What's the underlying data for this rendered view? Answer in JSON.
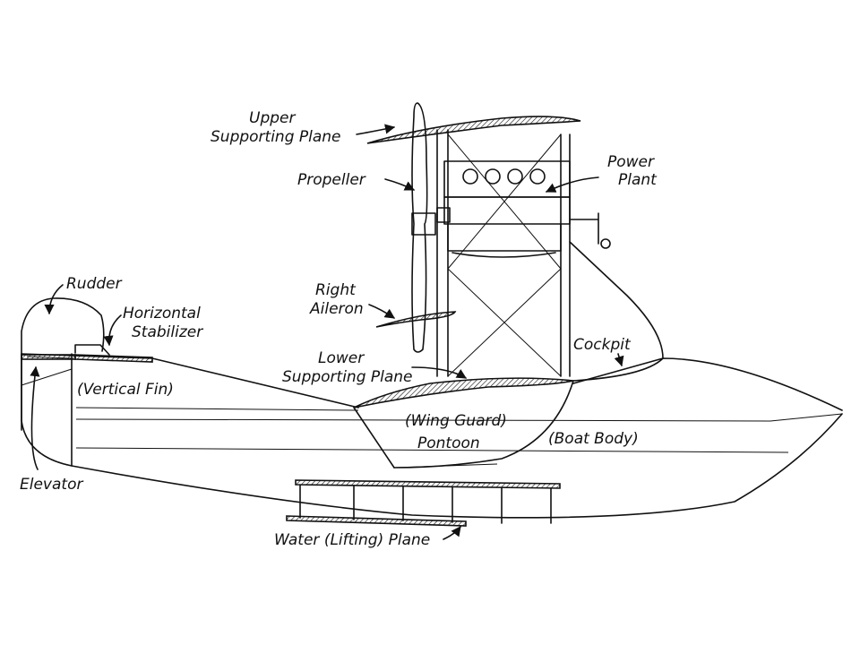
{
  "labels": {
    "upper_supporting_plane": [
      "Upper",
      "Supporting Plane"
    ],
    "propeller": "Propeller",
    "power_plant": [
      "Power",
      "Plant"
    ],
    "rudder": "Rudder",
    "horizontal_stabilizer": [
      "Horizontal",
      "Stabilizer"
    ],
    "right_aileron": [
      "Right",
      "Aileron"
    ],
    "cockpit": "Cockpit",
    "lower_supporting_plane": [
      "Lower",
      "Supporting Plane"
    ],
    "vertical_fin": "(Vertical Fin)",
    "wing_guard_pontoon": [
      "(Wing Guard)",
      "Pontoon"
    ],
    "boat_body": "(Boat Body)",
    "elevator": "Elevator",
    "water_lifting_plane": "Water (Lifting) Plane"
  }
}
